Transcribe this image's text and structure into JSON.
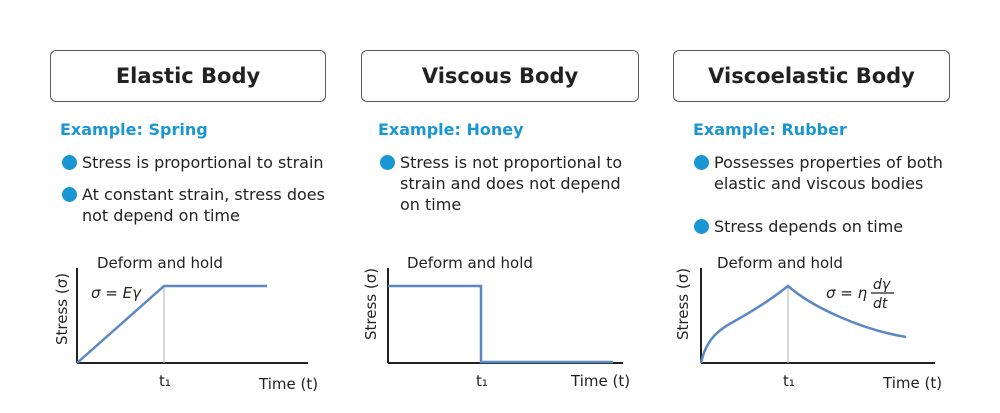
{
  "colors": {
    "accent": "#1a96d4",
    "curve": "#5b88c4",
    "axis": "#222222",
    "marker": "#bbbbbb"
  },
  "panels": [
    {
      "title": "Elastic Body",
      "example": "Example: Spring",
      "bullets": [
        "Stress is proportional to strain",
        "At constant strain, stress does not depend on time"
      ],
      "chart": {
        "annotation": "Deform and hold",
        "equation": "σ = Eγ",
        "ylabel": "Stress  (σ)",
        "xlabel": "Time (t)",
        "tick": "t₁"
      }
    },
    {
      "title": "Viscous Body",
      "example": "Example: Honey",
      "bullets": [
        "Stress is not proportional to strain and does not depend on time"
      ],
      "chart": {
        "annotation": "Deform and hold",
        "ylabel": "Stress  (σ)",
        "xlabel": "Time (t)",
        "tick": "t₁"
      }
    },
    {
      "title": "Viscoelastic Body",
      "example": "Example: Rubber",
      "bullets": [
        "Possesses properties of both elastic and viscous bodies",
        "Stress depends on time"
      ],
      "chart": {
        "annotation": "Deform and hold",
        "equation_lhs": "σ = η",
        "equation_num": "dγ",
        "equation_den": "dt",
        "ylabel": "Stress  (σ)",
        "xlabel": "Time (t)",
        "tick": "t₁"
      }
    }
  ]
}
